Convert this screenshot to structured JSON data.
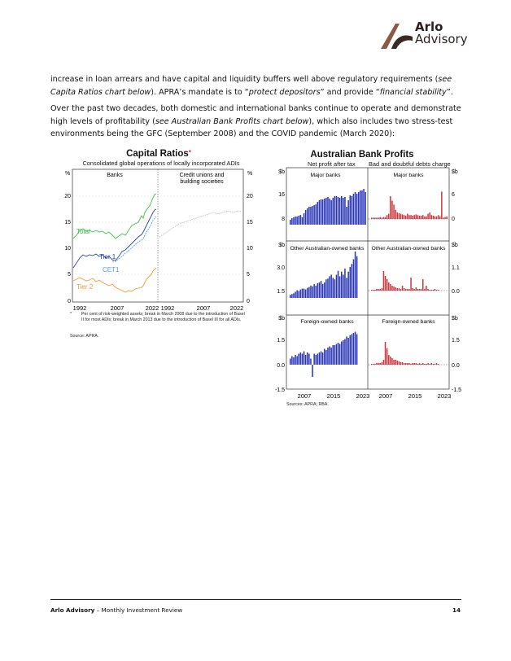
{
  "brand": {
    "name_line1": "Arlo",
    "name_line2": "Advisory",
    "accent": "#8a5a44"
  },
  "body": {
    "p1_a": "increase in loan arrears and have capital and liquidity buffers well above regulatory requirements (",
    "p1_b": "see Capita Ratios chart below",
    "p1_c": "). APRA’s mandate is to “",
    "p1_d": "protect depositors",
    "p1_e": "” and provide “",
    "p1_f": "financial stability",
    "p1_g": "”.",
    "p2_a": "Over the past two decades, both domestic and international banks continue to operate and demonstrate high levels of profitability (",
    "p2_b": "see Australian Bank Profits chart below",
    "p2_c": "), which also  includes two stress-test environments being the GFC (September 2008) and the COVID pandemic (March 2020):"
  },
  "capital_chart": {
    "title": "Capital Ratios",
    "title_mark": "*",
    "subtitle": "Consolidated global operations of locally incorporated ADIs",
    "unit_left": "%",
    "unit_right": "%",
    "panel_left": "Banks",
    "panel_right_1": "Credit unions and",
    "panel_right_2": "building societies",
    "y_ticks": [
      "20",
      "15",
      "10",
      "5",
      "0"
    ],
    "x_ticks_left": [
      "1992",
      "2007",
      "2022"
    ],
    "x_ticks_right": [
      "1992",
      "2007",
      "2022"
    ],
    "series_labels": {
      "total": "Total",
      "tier1": "Tier 1",
      "cet1": "CET1",
      "tier2": "Tier 2"
    },
    "note_mark": "*",
    "note": "Per cent of risk-weighted assets; break in March 2008 due to the introduction of Basel II for most ADIs; break in March 2013 due to the introduction of Basel III for all ADIs.",
    "source": "Source:   APRA.",
    "colors": {
      "total": "#3fc13f",
      "tier1": "#2b3fae",
      "cet1": "#4fa3e8",
      "tier2": "#f29a2e"
    }
  },
  "profit_chart": {
    "title": "Australian Bank Profits",
    "col_left": "Net profit after tax",
    "col_right": "Bad and doubtful debts charge",
    "unit": "$b",
    "panels": [
      {
        "left": "Major banks",
        "right": "Major banks",
        "left_ticks": [
          "16",
          "8"
        ],
        "right_ticks": [
          "6",
          "0"
        ]
      },
      {
        "left": "Other Australian-owned banks",
        "right": "Other Australian-owned banks",
        "left_ticks": [
          "3.0",
          "1.5"
        ],
        "right_ticks": [
          "1.1",
          "0.0"
        ]
      },
      {
        "left": "Foreign-owned banks",
        "right": "Foreign-owned banks",
        "left_ticks": [
          "1.5",
          "0.0",
          "-1.5"
        ],
        "right_ticks": [
          "1.5",
          "0.0",
          "-1.5"
        ]
      }
    ],
    "x_ticks": [
      "2007",
      "2015",
      "2023"
    ],
    "source": "Sources: APRA; RBA.",
    "colors": {
      "profit": "#2633b8",
      "bad_debt": "#d1343a"
    }
  },
  "footer": {
    "brand": "Arlo Advisory",
    "separator": " – ",
    "title": "Monthly Investment Review",
    "page": "14"
  }
}
